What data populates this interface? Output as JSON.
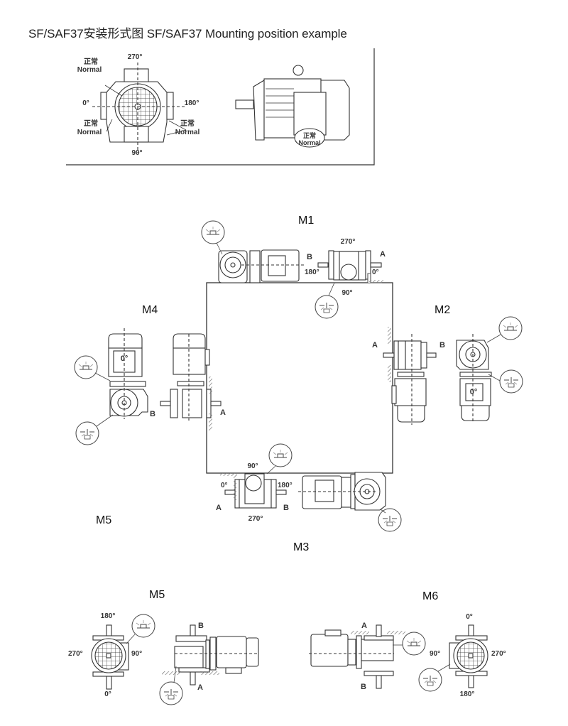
{
  "title": "SF/SAF37安装形式图  SF/SAF37 Mounting position example",
  "terminal_box_example": {
    "angles": {
      "top": "270°",
      "left": "0°",
      "right": "180°",
      "bottom": "90°"
    },
    "normal_zh": "正常",
    "normal_en": "Normal"
  },
  "mounting_positions": {
    "M1": {
      "name": "M1",
      "angles": {
        "top": "270°",
        "left": "180°",
        "right": "0°",
        "bottom": "90°"
      },
      "shaft_a": "A",
      "shaft_b": "B"
    },
    "M2": {
      "name": "M2",
      "shaft_a": "A",
      "shaft_b": "B",
      "box_angle": "0°"
    },
    "M3": {
      "name": "M3",
      "angles": {
        "top": "90°",
        "left": "0°",
        "right": "180°",
        "bottom": "270°"
      },
      "shaft_a": "A",
      "shaft_b": "B"
    },
    "M4": {
      "name": "M4",
      "shaft_a": "A",
      "shaft_b": "B",
      "box_angle": "0°"
    },
    "M5_side": {
      "name": "M5"
    },
    "M5": {
      "name": "M5",
      "angles": {
        "top": "180°",
        "left": "270°",
        "right": "90°",
        "bottom": "0°"
      },
      "shaft_a": "A",
      "shaft_b": "B"
    },
    "M6": {
      "name": "M6",
      "angles": {
        "top": "0°",
        "left": "90°",
        "right": "270°",
        "bottom": "180°"
      },
      "shaft_a": "A",
      "shaft_b": "B"
    }
  }
}
